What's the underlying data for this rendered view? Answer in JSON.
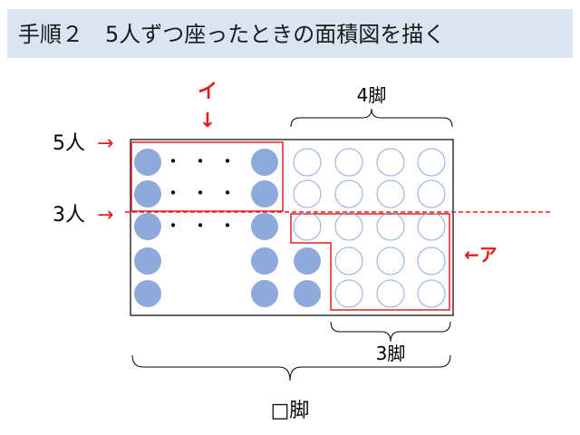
{
  "title": "手順２　5人ずつ座ったときの面積図を描く",
  "labels": {
    "i_mark": "イ",
    "down_arrow": "↓",
    "four_legs": "4脚",
    "five_people": "5人",
    "three_people": "3人",
    "arrow_right": "→",
    "a_mark": "←ア",
    "three_legs": "3脚",
    "box_legs": "□脚",
    "ellipsis": "・・・"
  },
  "colors": {
    "filled": "#8eaadb",
    "empty_stroke": "#8eaadb",
    "red": "#e02020",
    "black": "#000000",
    "header_bg": "#dbe5f1"
  }
}
